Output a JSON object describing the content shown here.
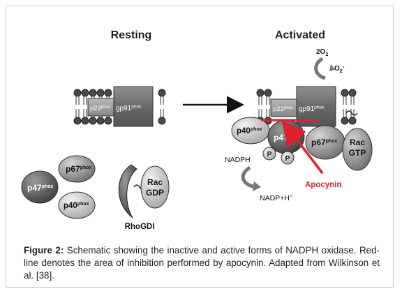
{
  "panels": {
    "resting_title": "Resting",
    "activated_title": "Activated"
  },
  "resting": {
    "p22": "p22",
    "p22_sup": "phox",
    "gp91": "gp91",
    "gp91_sup": "phox",
    "p67": "p67",
    "p67_sup": "phox",
    "p47": "p47",
    "p47_sup": "phox",
    "p40": "p40",
    "p40_sup": "phox",
    "rac_line1": "Rac",
    "rac_line2": "GDP",
    "rhogdi": "RhoGDI"
  },
  "activated": {
    "p22": "p22",
    "p22_sup": "phox",
    "gp91": "gp91",
    "gp91_sup": "phox",
    "p40": "p40",
    "p40_sup": "phox",
    "p47": "p47",
    "p47_sup": "phox",
    "p67": "p67",
    "p67_sup": "phox",
    "rac_line1": "Rac",
    "rac_line2": "GTP",
    "p_label": "P",
    "o2_in": "2O",
    "o2_in_sub": "2",
    "o2_out": "O",
    "o2_out_sub": "2",
    "o2_out_sup": "-",
    "nadph": "NADPH",
    "nadp": "NADP+H",
    "nadp_sup": "+",
    "apocynin": "Apocynin"
  },
  "colors": {
    "inhibition": "#e0202a",
    "membrane_head": "#4a4a4a",
    "dark_subunit": "#505050",
    "mid_subunit": "#8a8a8a",
    "light_subunit": "#c4c4c4"
  },
  "caption": {
    "label": "Figure 2:",
    "text": " Schematic showing the inactive and active forms of NADPH oxidase. Red-line denotes the area of inhibition performed by apocynin. Adapted from Wilkinson et al. [38]."
  }
}
